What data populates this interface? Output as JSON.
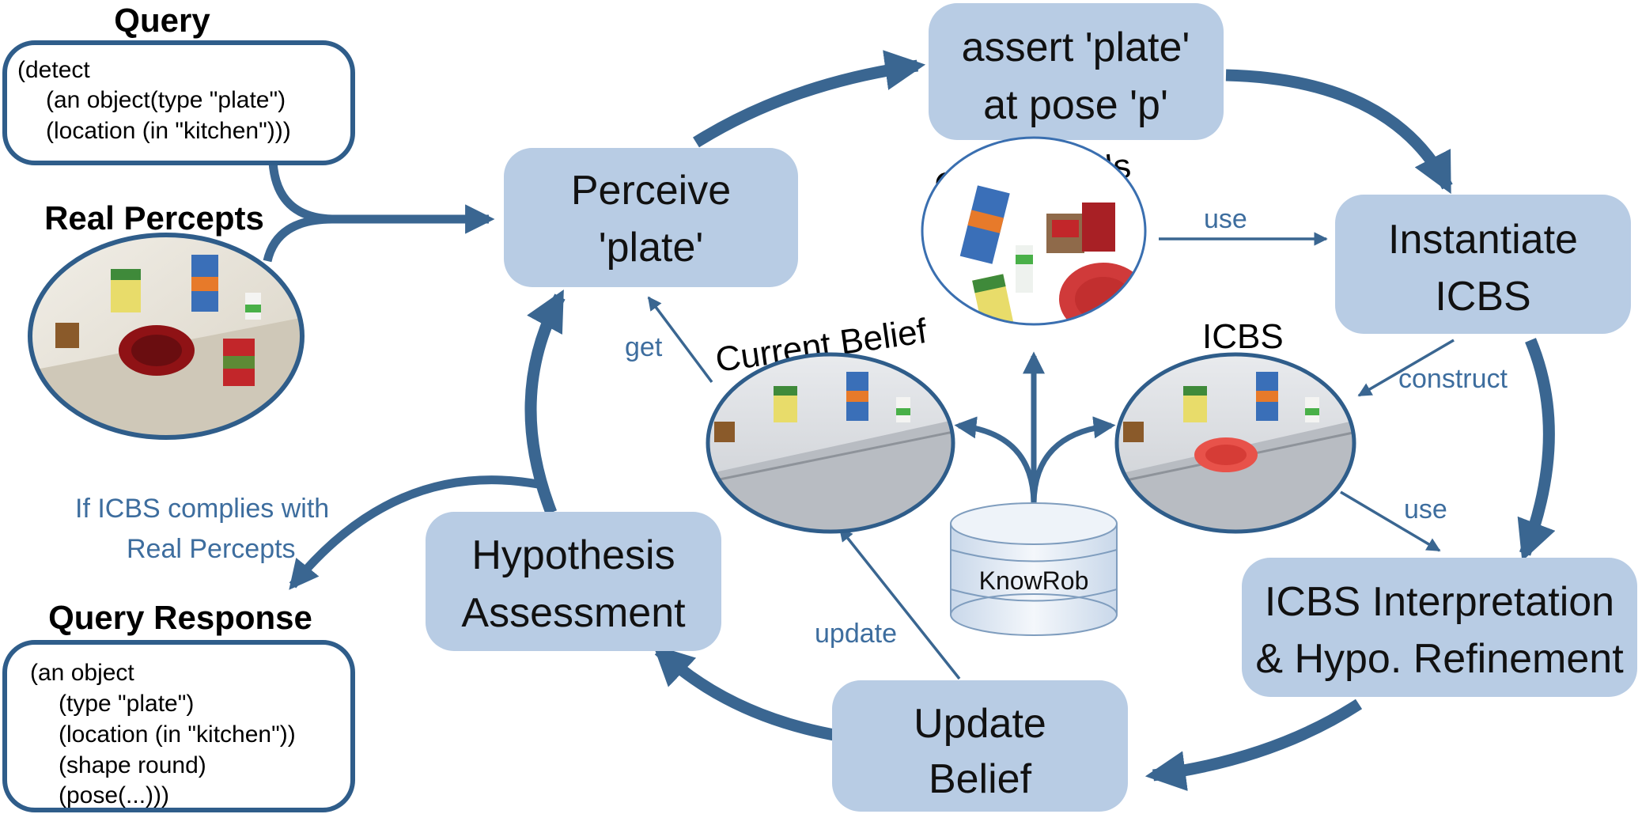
{
  "query": {
    "heading": "Query",
    "lines": [
      "(detect",
      "(an object(type \"plate\")",
      "(location (in \"kitchen\")))"
    ]
  },
  "real_percepts": {
    "heading": "Real Percepts"
  },
  "query_response": {
    "heading": "Query Response",
    "lines": [
      "(an object",
      "(type \"plate\")",
      "(location (in \"kitchen\"))",
      "(shape round)",
      "(pose(...)))"
    ]
  },
  "condition": {
    "lines": [
      "If ICBS complies with",
      "Real Percepts"
    ]
  },
  "nodes": {
    "perceive": {
      "lines": [
        "Perceive",
        "'plate'"
      ]
    },
    "assert": {
      "lines": [
        "assert 'plate'",
        "at pose 'p'"
      ]
    },
    "instantiate": {
      "lines": [
        "Instantiate",
        "ICBS"
      ]
    },
    "interpretation": {
      "lines": [
        "ICBS Interpretation",
        "& Hypo. Refinement"
      ]
    },
    "update_belief": {
      "lines": [
        "Update",
        "Belief"
      ]
    },
    "hypothesis": {
      "lines": [
        "Hypothesis",
        "Assessment"
      ]
    }
  },
  "images": {
    "cad_models": "CAD-Models",
    "current_belief": "Current Belief",
    "icbs": "ICBS"
  },
  "database": {
    "label": "KnowRob"
  },
  "edge_labels": {
    "get": "get",
    "use_cad": "use",
    "construct": "construct",
    "use_icbs": "use",
    "update": "update"
  },
  "colors": {
    "node_fill": "#b8cce4",
    "arrow": "#3a6691",
    "label": "#3d6d9e",
    "box_border": "#2f5d8a"
  }
}
